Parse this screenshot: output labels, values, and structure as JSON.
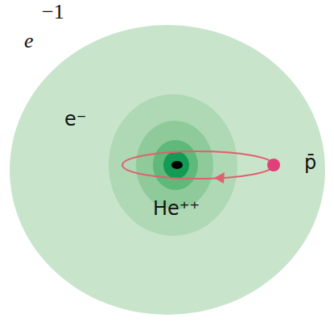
{
  "diagram": {
    "labels": [
      "−1",
      "e",
      "e⁻",
      "He⁺⁺",
      "p̄"
    ]
  }
}
